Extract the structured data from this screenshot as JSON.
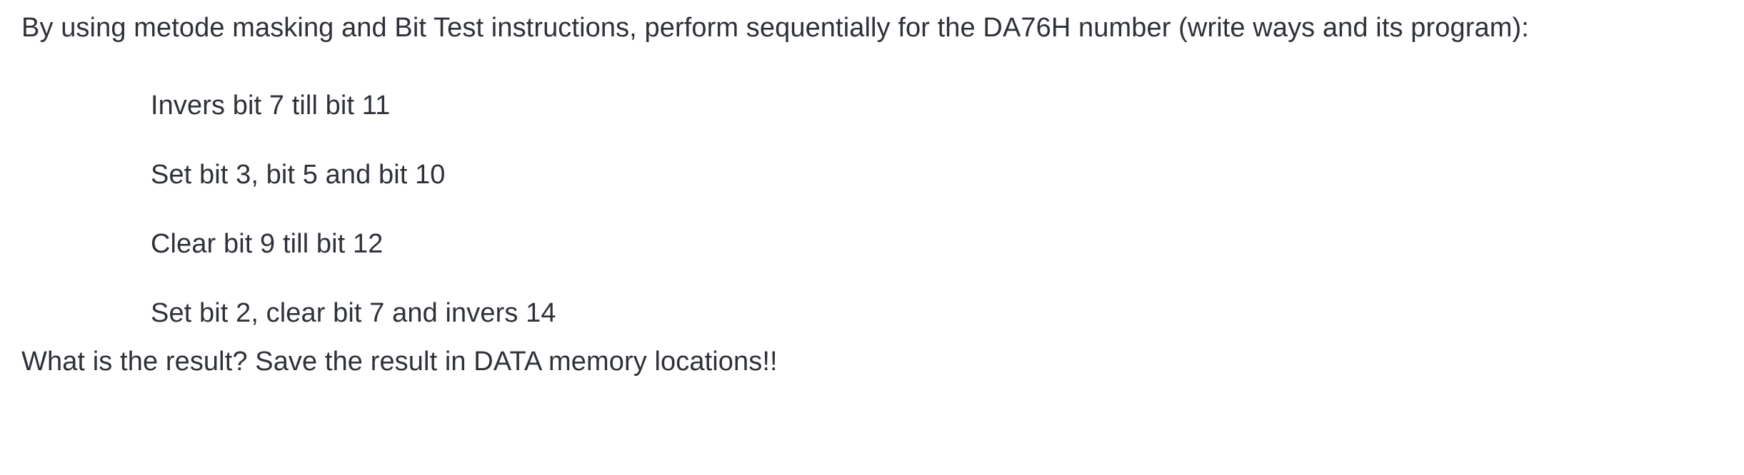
{
  "document": {
    "background_color": "#ffffff",
    "text_color": "#2e3238",
    "intro_paragraph": "By using metode masking and Bit Test instructions, perform sequentially for the DA76H number (write ways and its program):",
    "steps": [
      {
        "label": "Invers bit 7 till bit 11"
      },
      {
        "label": "Set bit 3, bit 5 and bit 10"
      },
      {
        "label": "Clear bit 9 till bit 12"
      },
      {
        "label": "Set bit 2, clear bit 7 and invers 14"
      }
    ],
    "closing_paragraph": "What is the result? Save the result in DATA memory locations!!"
  }
}
